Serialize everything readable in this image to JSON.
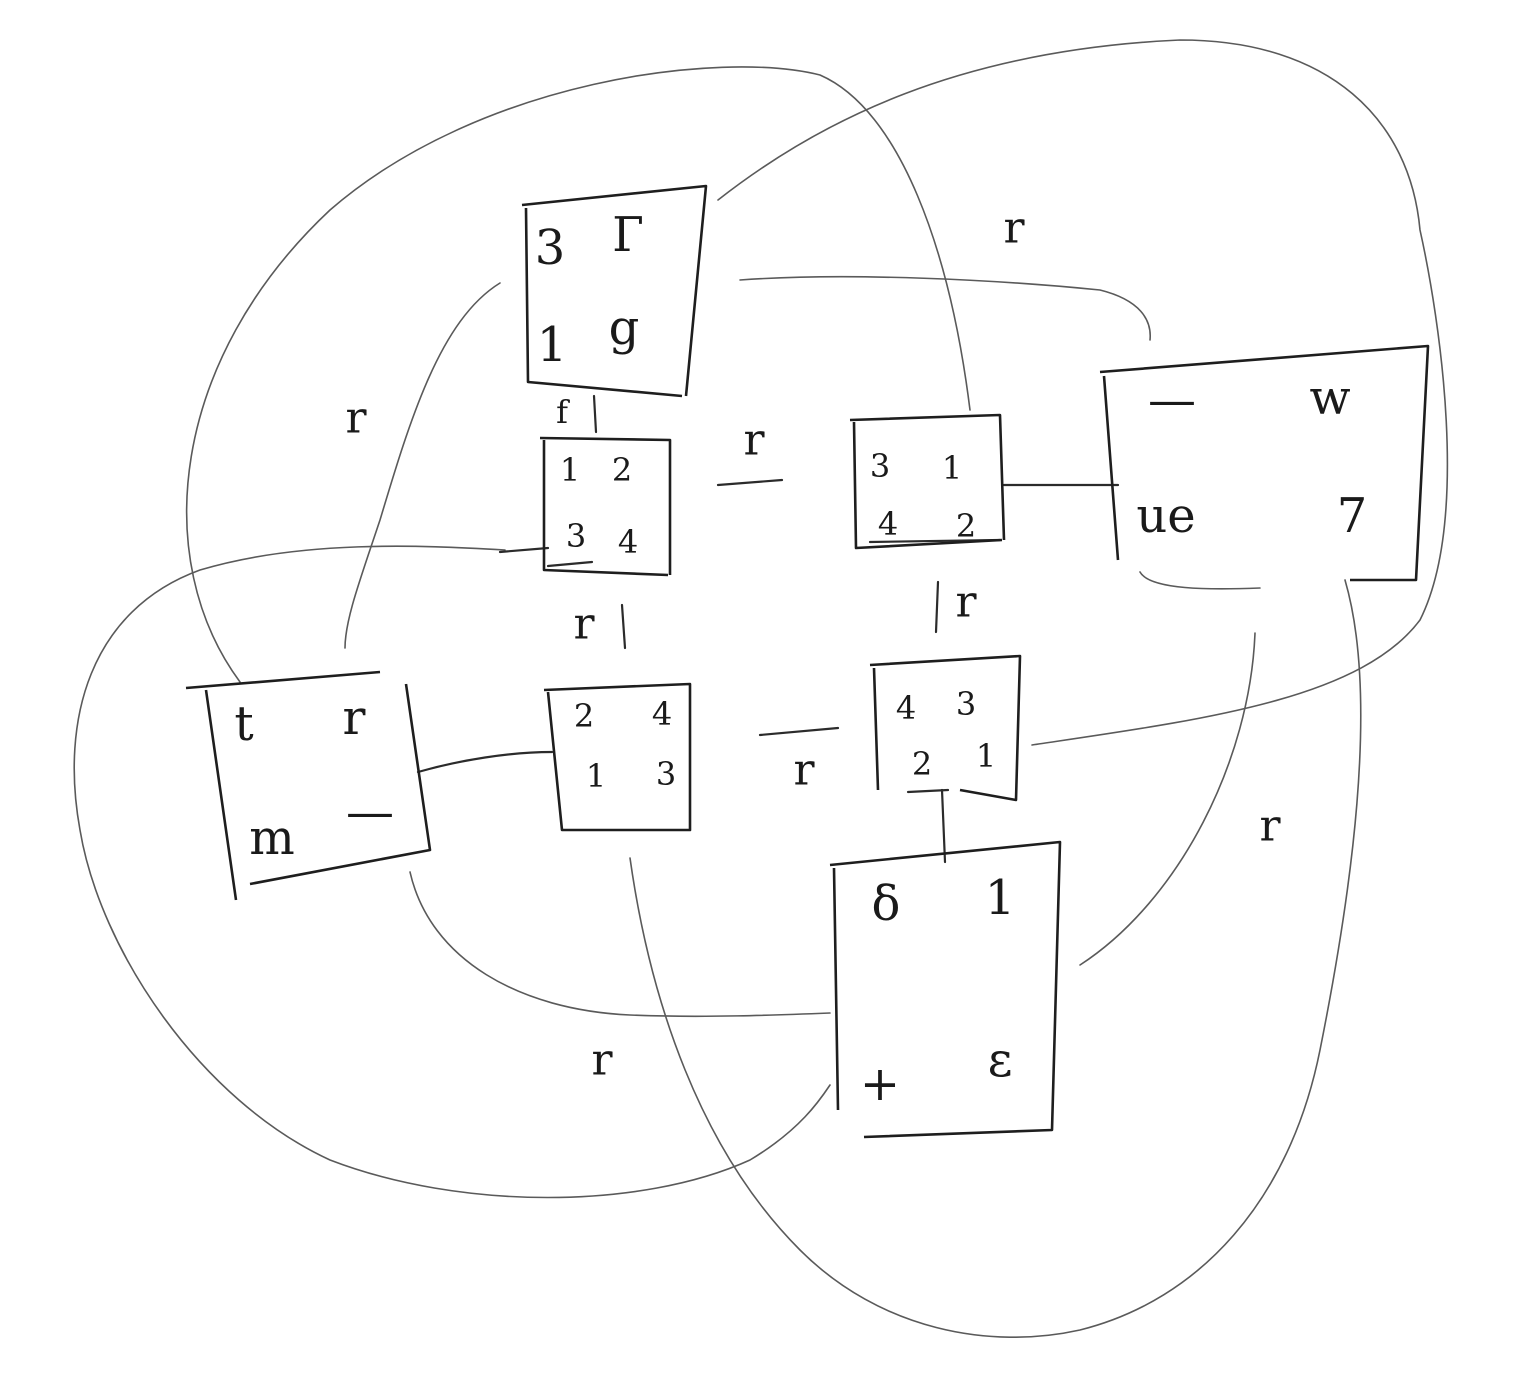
{
  "boxes": {
    "top_left_tile": {
      "tl": "3",
      "tr": "Г",
      "bl": "1",
      "br": "g",
      "tab": "f"
    },
    "center_tl": {
      "tl": "1",
      "tr": "2",
      "bl": "3",
      "br": "4"
    },
    "center_tr": {
      "tl": "3",
      "tr": "1",
      "bl": "4",
      "br": "2"
    },
    "center_bl": {
      "tl": "2",
      "tr": "4",
      "bl": "1",
      "br": "3"
    },
    "center_br": {
      "tl": "4",
      "tr": "3",
      "bl": "2",
      "br": "1"
    },
    "right_tile": {
      "tl": "—",
      "tr": "w",
      "bl": "ue",
      "br": "7"
    },
    "left_tile": {
      "tl": "t",
      "tr": "r",
      "bl": "m",
      "br": "—"
    },
    "bottom_tile": {
      "tl": "δ",
      "tr": "1",
      "bl": "+",
      "br": "ε"
    }
  },
  "edge_labels": [
    "r",
    "r",
    "r",
    "r",
    "r",
    "r",
    "r",
    "r"
  ]
}
